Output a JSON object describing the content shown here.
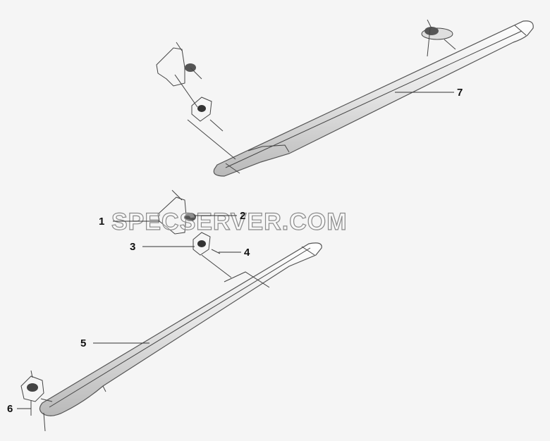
{
  "watermark": "SPECSERVER.COM",
  "callouts": {
    "c1": "1",
    "c2": "2",
    "c3": "3",
    "c4": "4",
    "c5": "5",
    "c6": "6",
    "c7": "7"
  },
  "colors": {
    "background": "#f5f5f5",
    "rail_fill": "#dcdcdc",
    "line": "#444444"
  }
}
